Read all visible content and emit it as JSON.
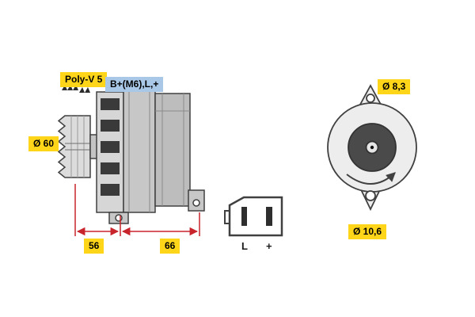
{
  "diagram": {
    "title": "alternator-technical-diagram",
    "labels": {
      "poly_v": "Poly-V 5",
      "terminals": "B+(M6),L,+",
      "pulley_diameter": "Ø 60",
      "dim_left": "56",
      "dim_right": "66",
      "hole_top": "Ø 8,3",
      "hole_bottom": "Ø 10,6"
    },
    "connector": {
      "pin_left": "L",
      "pin_right": "+"
    },
    "icons": {
      "belt_profile": "belt-profile-icon",
      "rotation": "rotation-direction-arrow-icon"
    },
    "colors": {
      "label_yellow": "#ffd519",
      "label_blue": "#a9c7e6",
      "dimension_red": "#c8242b",
      "line_dark": "#404040"
    }
  }
}
